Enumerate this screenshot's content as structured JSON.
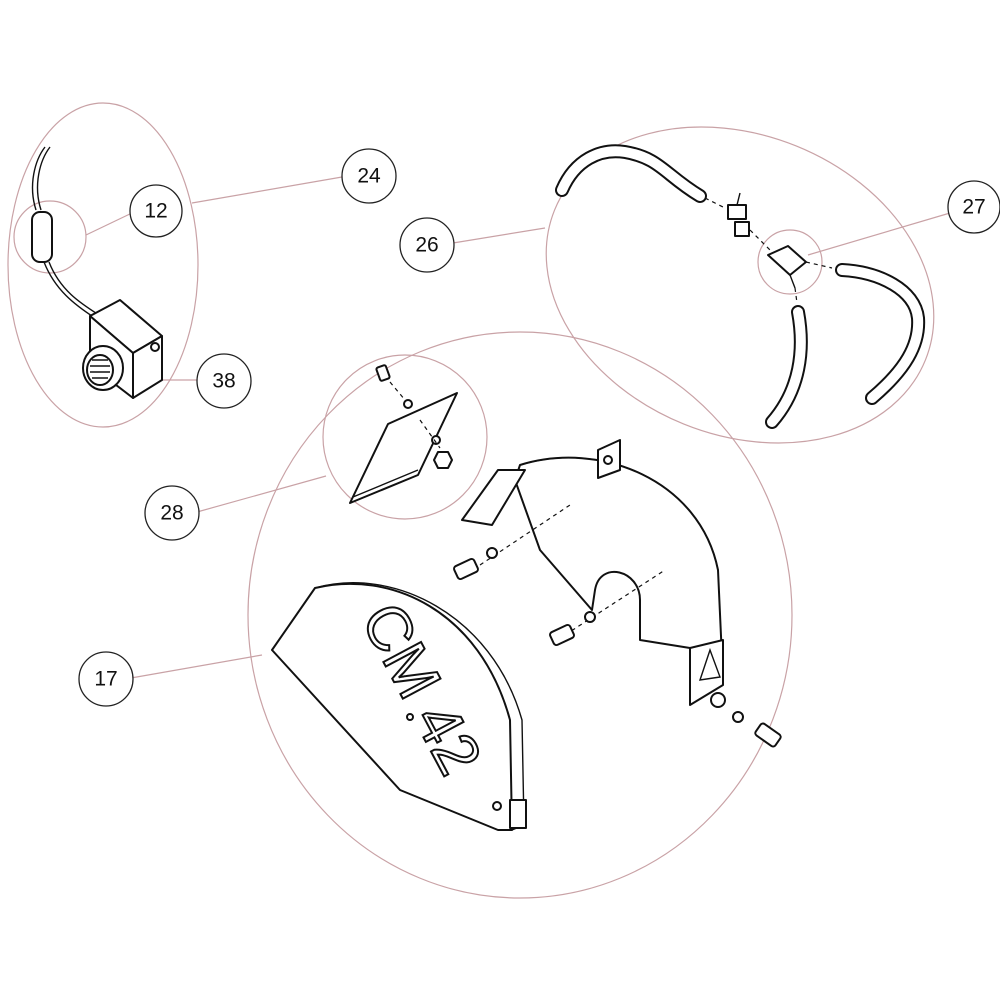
{
  "diagram": {
    "callouts": [
      {
        "id": "24",
        "label": "24"
      },
      {
        "id": "12",
        "label": "12"
      },
      {
        "id": "38",
        "label": "38"
      },
      {
        "id": "26",
        "label": "26"
      },
      {
        "id": "27",
        "label": "27"
      },
      {
        "id": "28",
        "label": "28"
      },
      {
        "id": "17",
        "label": "17"
      }
    ],
    "guard_label": "CM 42",
    "colors": {
      "group_outline": "#c9a2a6",
      "part_stroke": "#111111"
    }
  }
}
